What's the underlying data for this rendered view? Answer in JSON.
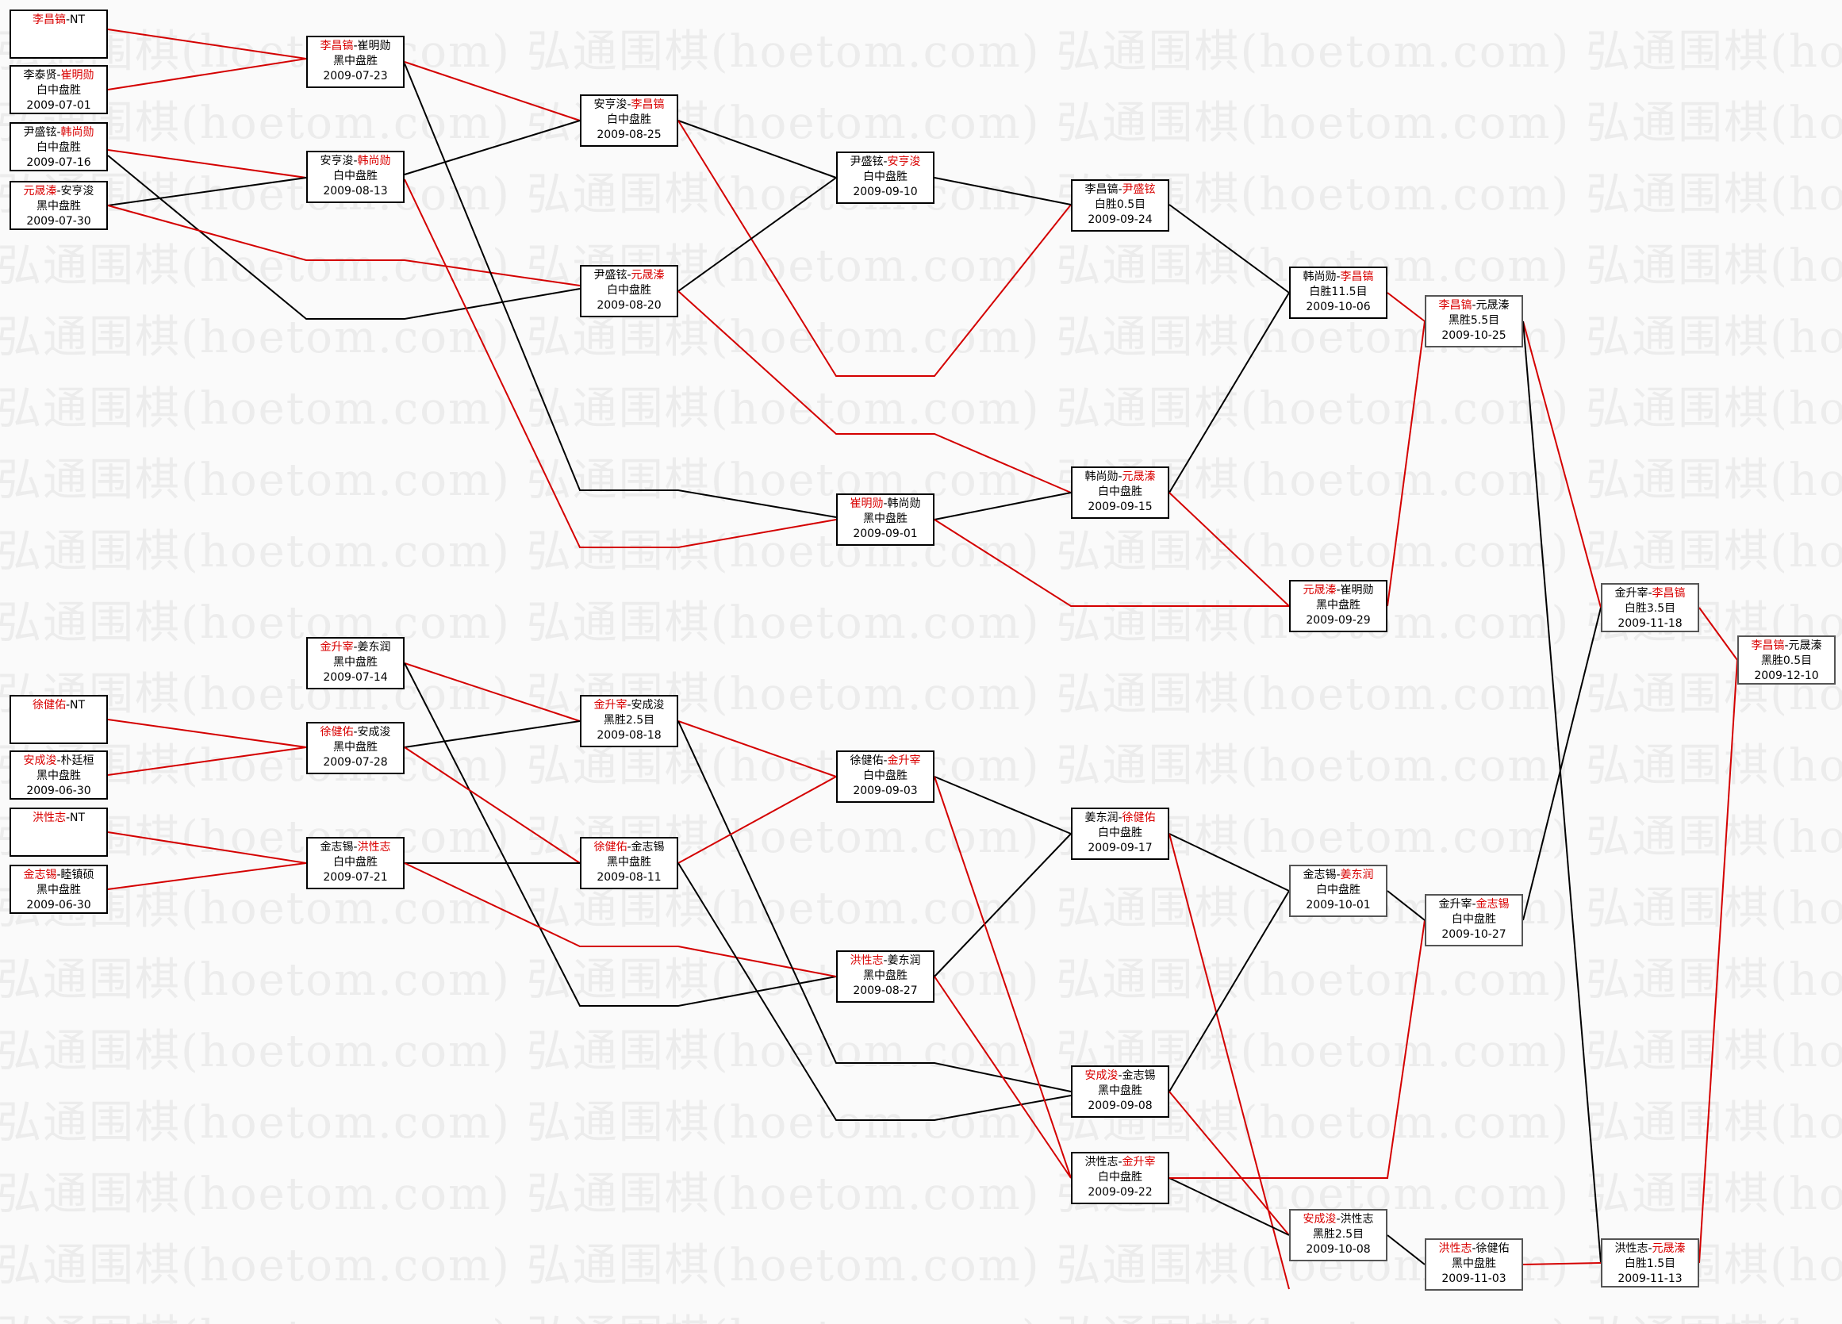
{
  "watermark": "弘通围棋(hoetom.com)",
  "colors": {
    "winner": "#d90000",
    "line_red": "#d40000",
    "line_black": "#000000"
  },
  "games": [
    {
      "id": "r1_1",
      "p1": "李昌镐",
      "p2": "NT",
      "winner": 1,
      "result": "",
      "date": ""
    },
    {
      "id": "r1_2",
      "p1": "李泰贤",
      "p2": "崔明勋",
      "winner": 2,
      "result": "白中盘胜",
      "date": "2009-07-01"
    },
    {
      "id": "r1_3",
      "p1": "尹盛铉",
      "p2": "韩尚勋",
      "winner": 2,
      "result": "白中盘胜",
      "date": "2009-07-16"
    },
    {
      "id": "r1_4",
      "p1": "元晟溱",
      "p2": "安亨浚",
      "winner": 1,
      "result": "黑中盘胜",
      "date": "2009-07-30"
    },
    {
      "id": "r2_1",
      "p1": "李昌镐",
      "p2": "崔明勋",
      "winner": 1,
      "result": "黑中盘胜",
      "date": "2009-07-23"
    },
    {
      "id": "r2_2",
      "p1": "安亨浚",
      "p2": "韩尚勋",
      "winner": 2,
      "result": "白中盘胜",
      "date": "2009-08-13"
    },
    {
      "id": "r3_1",
      "p1": "安亨浚",
      "p2": "李昌镐",
      "winner": 2,
      "result": "白中盘胜",
      "date": "2009-08-25"
    },
    {
      "id": "r3_2",
      "p1": "尹盛铉",
      "p2": "元晟溱",
      "winner": 2,
      "result": "白中盘胜",
      "date": "2009-08-20"
    },
    {
      "id": "r3_3",
      "p1": "崔明勋",
      "p2": "韩尚勋",
      "winner": 1,
      "result": "黑中盘胜",
      "date": "2009-09-01"
    },
    {
      "id": "r4_1",
      "p1": "尹盛铉",
      "p2": "安亨浚",
      "winner": 2,
      "result": "白中盘胜",
      "date": "2009-09-10"
    },
    {
      "id": "r5_1",
      "p1": "李昌镐",
      "p2": "尹盛铉",
      "winner": 2,
      "result": "白胜0.5目",
      "date": "2009-09-24"
    },
    {
      "id": "r5_2",
      "p1": "韩尚勋",
      "p2": "元晟溱",
      "winner": 2,
      "result": "白中盘胜",
      "date": "2009-09-15"
    },
    {
      "id": "r6_1",
      "p1": "韩尚勋",
      "p2": "李昌镐",
      "winner": 2,
      "result": "白胜11.5目",
      "date": "2009-10-06"
    },
    {
      "id": "r6_2",
      "p1": "元晟溱",
      "p2": "崔明勋",
      "winner": 1,
      "result": "黑中盘胜",
      "date": "2009-09-29"
    },
    {
      "id": "r7_1",
      "p1": "李昌镐",
      "p2": "元晟溱",
      "winner": 1,
      "result": "黑胜5.5目",
      "date": "2009-10-25"
    },
    {
      "id": "b1_1",
      "p1": "徐健佑",
      "p2": "NT",
      "winner": 1,
      "result": "",
      "date": ""
    },
    {
      "id": "b1_2",
      "p1": "安成浚",
      "p2": "朴廷桓",
      "winner": 1,
      "result": "黑中盘胜",
      "date": "2009-06-30"
    },
    {
      "id": "b1_3",
      "p1": "洪性志",
      "p2": "NT",
      "winner": 1,
      "result": "",
      "date": ""
    },
    {
      "id": "b1_4",
      "p1": "金志锡",
      "p2": "睦镇硕",
      "winner": 1,
      "result": "黑中盘胜",
      "date": "2009-06-30"
    },
    {
      "id": "b2_1",
      "p1": "金升宰",
      "p2": "姜东润",
      "winner": 1,
      "result": "黑中盘胜",
      "date": "2009-07-14"
    },
    {
      "id": "b2_2",
      "p1": "徐健佑",
      "p2": "安成浚",
      "winner": 1,
      "result": "黑中盘胜",
      "date": "2009-07-28"
    },
    {
      "id": "b2_3",
      "p1": "金志锡",
      "p2": "洪性志",
      "winner": 2,
      "result": "白中盘胜",
      "date": "2009-07-21"
    },
    {
      "id": "b3_1",
      "p1": "金升宰",
      "p2": "安成浚",
      "winner": 1,
      "result": "黑胜2.5目",
      "date": "2009-08-18"
    },
    {
      "id": "b3_2",
      "p1": "徐健佑",
      "p2": "金志锡",
      "winner": 1,
      "result": "黑中盘胜",
      "date": "2009-08-11"
    },
    {
      "id": "b3_3",
      "p1": "洪性志",
      "p2": "姜东润",
      "winner": 1,
      "result": "黑中盘胜",
      "date": "2009-08-27"
    },
    {
      "id": "b4_1",
      "p1": "徐健佑",
      "p2": "金升宰",
      "winner": 2,
      "result": "白中盘胜",
      "date": "2009-09-03"
    },
    {
      "id": "b5_1",
      "p1": "姜东润",
      "p2": "徐健佑",
      "winner": 2,
      "result": "白中盘胜",
      "date": "2009-09-17"
    },
    {
      "id": "b5_2",
      "p1": "安成浚",
      "p2": "金志锡",
      "winner": 1,
      "result": "黑中盘胜",
      "date": "2009-09-08"
    },
    {
      "id": "b5_3",
      "p1": "洪性志",
      "p2": "金升宰",
      "winner": 2,
      "result": "白中盘胜",
      "date": "2009-09-22"
    },
    {
      "id": "b6_1",
      "p1": "金志锡",
      "p2": "姜东润",
      "winner": 2,
      "result": "白中盘胜",
      "date": "2009-10-01"
    },
    {
      "id": "b6_2",
      "p1": "安成浚",
      "p2": "洪性志",
      "winner": 1,
      "result": "黑胜2.5目",
      "date": "2009-10-08"
    },
    {
      "id": "b7_1",
      "p1": "金升宰",
      "p2": "金志锡",
      "winner": 2,
      "result": "白中盘胜",
      "date": "2009-10-27"
    },
    {
      "id": "b7_2",
      "p1": "洪性志",
      "p2": "徐健佑",
      "winner": 1,
      "result": "黑中盘胜",
      "date": "2009-11-03"
    },
    {
      "id": "s1",
      "p1": "金升宰",
      "p2": "李昌镐",
      "winner": 2,
      "result": "白胜3.5目",
      "date": "2009-11-18"
    },
    {
      "id": "s2",
      "p1": "洪性志",
      "p2": "元晟溱",
      "winner": 2,
      "result": "白胜1.5目",
      "date": "2009-11-13"
    },
    {
      "id": "f",
      "p1": "李昌镐",
      "p2": "元晟溱",
      "winner": 1,
      "result": "黑胜0.5目",
      "date": "2009-12-10"
    }
  ]
}
